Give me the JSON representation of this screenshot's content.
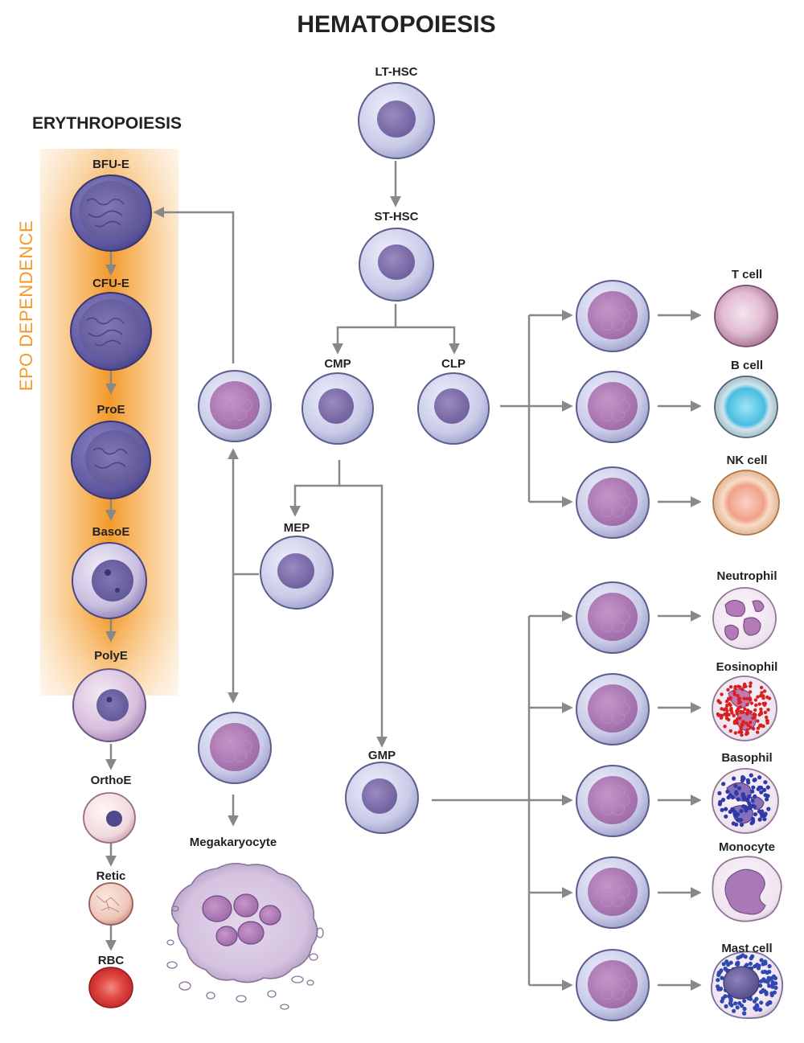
{
  "title": "HEMATOPOIESIS",
  "erythropoiesis": {
    "heading": "ERYTHROPOIESIS",
    "band_label": "EPO DEPENDENCE",
    "stages": [
      "BFU-E",
      "CFU-E",
      "ProE",
      "BasoE",
      "PolyE",
      "OrthoE",
      "Retic",
      "RBC"
    ]
  },
  "stem": {
    "lt_hsc": "LT-HSC",
    "st_hsc": "ST-HSC",
    "cmp": "CMP",
    "clp": "CLP",
    "mep": "MEP",
    "gmp": "GMP",
    "megakaryocyte": "Megakaryocyte"
  },
  "lymphoid": [
    "T cell",
    "B cell",
    "NK cell"
  ],
  "myeloid": [
    "Neutrophil",
    "Eosinophil",
    "Basophil",
    "Monocyte",
    "Mast cell"
  ],
  "colors": {
    "arrow": "#888888",
    "band": "#f39a2a",
    "progenitor_cytoplasm": "#c9cbe8",
    "progenitor_nucleus": "#7b6aa6",
    "committed_nucleus": "#a878b0"
  }
}
